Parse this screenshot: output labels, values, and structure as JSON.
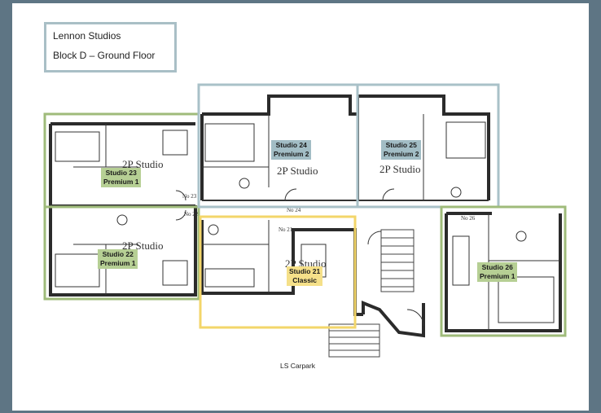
{
  "header": {
    "line1": "Lennon Studios",
    "line2": "Block D – Ground Floor"
  },
  "studios": [
    {
      "id": "studio-23",
      "name": "Studio 23",
      "level": "Premium 1",
      "color": "#9fbb7a"
    },
    {
      "id": "studio-22",
      "name": "Studio 22",
      "level": "Premium 1",
      "color": "#9fbb7a"
    },
    {
      "id": "studio-24",
      "name": "Studio 24",
      "level": "Premium 2",
      "color": "#a9c1c8"
    },
    {
      "id": "studio-25",
      "name": "Studio 25",
      "level": "Premium 2",
      "color": "#a9c1c8"
    },
    {
      "id": "studio-21",
      "name": "Studio 21",
      "level": "Classic",
      "color": "#f3d66a"
    },
    {
      "id": "studio-26",
      "name": "Studio 26",
      "level": "Premium 1",
      "color": "#9fbb7a"
    }
  ],
  "plan_text": {
    "room_label": "2P Studio",
    "no21": "No 21",
    "no22": "No 22",
    "no23": "No 23",
    "no24": "No 24",
    "no26": "No 26"
  },
  "carpark_label": "LS Carpark"
}
